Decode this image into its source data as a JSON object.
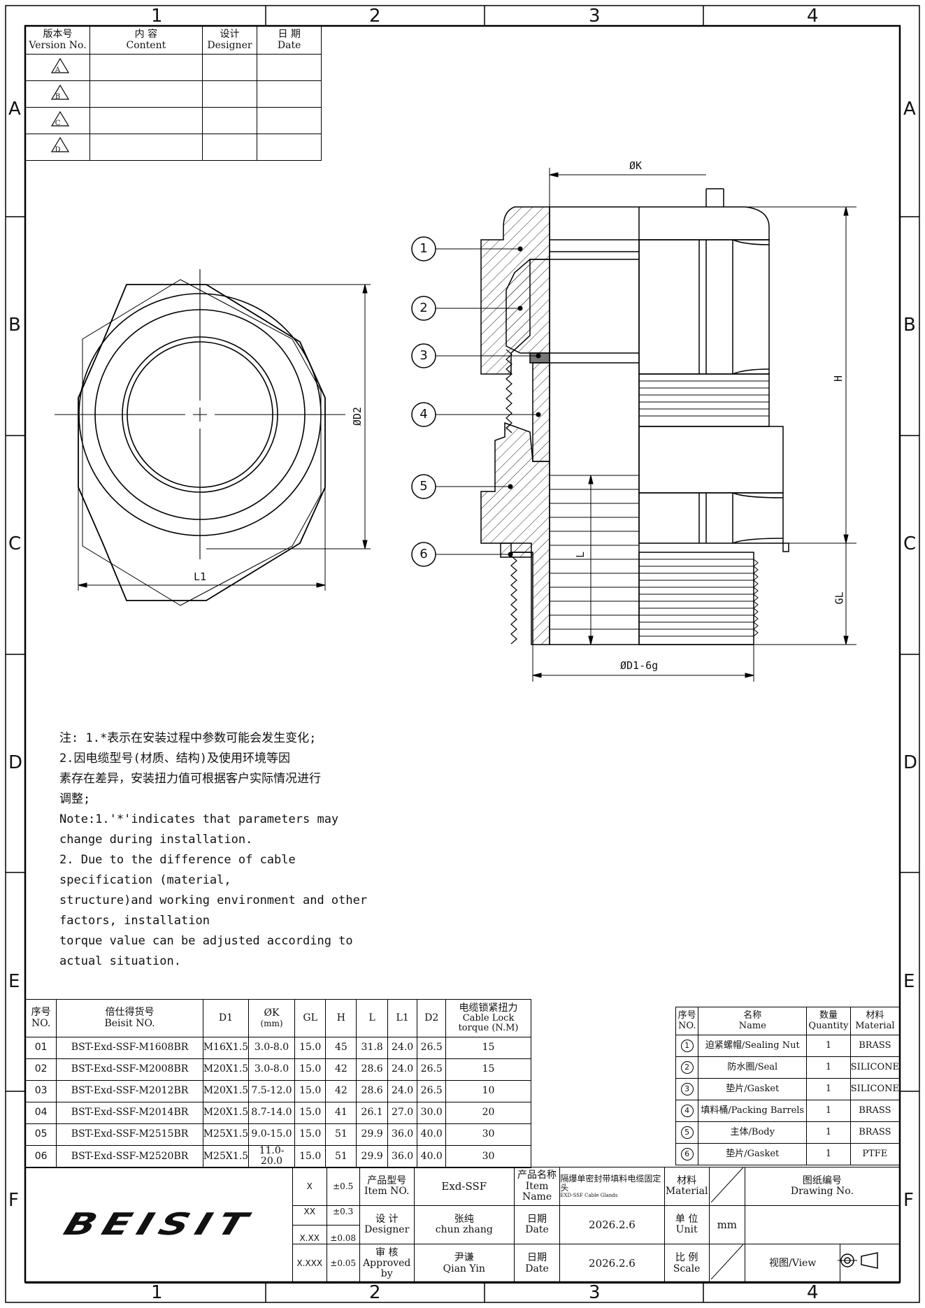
{
  "frame": {
    "columns": [
      "1",
      "2",
      "3",
      "4"
    ],
    "rows": [
      "A",
      "B",
      "C",
      "D",
      "E",
      "F"
    ]
  },
  "revision_table": {
    "headers": [
      {
        "cn": "版本号",
        "en": "Version No."
      },
      {
        "cn": "内    容",
        "en": "Content"
      },
      {
        "cn": "设计",
        "en": "Designer"
      },
      {
        "cn": "日 期",
        "en": "Date"
      }
    ],
    "rows": [
      "A",
      "B",
      "C",
      "D"
    ]
  },
  "drawing": {
    "dim_l1": "L1",
    "dim_d2": "ØD2",
    "dim_k": "ØK",
    "dim_h": "H",
    "dim_gl": "GL",
    "dim_l": "L",
    "dim_d1": "ØD1-6g",
    "balloons": [
      "1",
      "2",
      "3",
      "4",
      "5",
      "6"
    ]
  },
  "notes": [
    "注:  1.*表示在安装过程中参数可能会发生变化;",
    "      2.因电缆型号(材质、结构)及使用环境等因",
    "素存在差异，安装扭力值可根据客户实际情况进行",
    "调整;",
    "Note:1.'*'indicates that parameters may",
    "change during installation.",
    "     2. Due to the difference of cable",
    "specification (material,",
    "structure)and working environment and other",
    "factors, installation",
    "torque value can be adjusted according to",
    "actual situation."
  ],
  "spec_table": {
    "headers": [
      {
        "cn": "序号",
        "en": "NO."
      },
      {
        "cn": "倍仕得货号",
        "en": "Beisit NO."
      },
      {
        "cn": "D1",
        "en": ""
      },
      {
        "cn": "ØK",
        "en": "(mm)"
      },
      {
        "cn": "GL",
        "en": ""
      },
      {
        "cn": "H",
        "en": ""
      },
      {
        "cn": "L",
        "en": ""
      },
      {
        "cn": "L1",
        "en": ""
      },
      {
        "cn": "D2",
        "en": ""
      },
      {
        "cn": "电缆锁紧扭力",
        "en": "Cable Lock torque (N.M)"
      }
    ],
    "rows": [
      [
        "01",
        "BST-Exd-SSF-M1608BR",
        "M16X1.5",
        "3.0-8.0",
        "15.0",
        "45",
        "31.8",
        "24.0",
        "26.5",
        "15"
      ],
      [
        "02",
        "BST-Exd-SSF-M2008BR",
        "M20X1.5",
        "3.0-8.0",
        "15.0",
        "42",
        "28.6",
        "24.0",
        "26.5",
        "15"
      ],
      [
        "03",
        "BST-Exd-SSF-M2012BR",
        "M20X1.5",
        "7.5-12.0",
        "15.0",
        "42",
        "28.6",
        "24.0",
        "26.5",
        "10"
      ],
      [
        "04",
        "BST-Exd-SSF-M2014BR",
        "M20X1.5",
        "8.7-14.0",
        "15.0",
        "41",
        "26.1",
        "27.0",
        "30.0",
        "20"
      ],
      [
        "05",
        "BST-Exd-SSF-M2515BR",
        "M25X1.5",
        "9.0-15.0",
        "15.0",
        "51",
        "29.9",
        "36.0",
        "40.0",
        "30"
      ],
      [
        "06",
        "BST-Exd-SSF-M2520BR",
        "M25X1.5",
        "11.0-20.0",
        "15.0",
        "51",
        "29.9",
        "36.0",
        "40.0",
        "30"
      ]
    ]
  },
  "parts_table": {
    "headers": [
      {
        "cn": "序号",
        "en": "NO."
      },
      {
        "cn": "名称",
        "en": "Name"
      },
      {
        "cn": "数量",
        "en": "Quantity"
      },
      {
        "cn": "材料",
        "en": "Material"
      }
    ],
    "rows": [
      [
        "1",
        "迫紧螺帽/Sealing Nut",
        "1",
        "BRASS"
      ],
      [
        "2",
        "防水圈/Seal",
        "1",
        "SILICONE"
      ],
      [
        "3",
        "垫片/Gasket",
        "1",
        "SILICONE"
      ],
      [
        "4",
        "填料桶/Packing Barrels",
        "1",
        "BRASS"
      ],
      [
        "5",
        "主体/Body",
        "1",
        "BRASS"
      ],
      [
        "6",
        "垫片/Gasket",
        "1",
        "PTFE"
      ]
    ]
  },
  "title_block": {
    "logo": "BEISIT",
    "tolerances": [
      {
        "k": "X",
        "v": "±0.5"
      },
      {
        "k": "XX",
        "v": "±0.3"
      },
      {
        "k": "X.XX",
        "v": "±0.08"
      },
      {
        "k": "X.XXX",
        "v": "±0.05"
      }
    ],
    "item_no_label_cn": "产品型号",
    "item_no_label_en": "Item NO.",
    "item_no": "Exd-SSF",
    "item_name_label_cn": "产品名称",
    "item_name_label_en": "Item Name",
    "item_name_cn": "隔爆单密封带填料电缆固定头",
    "item_name_en": "EXD-SSF Cable Glands",
    "material_label_cn": "材料",
    "material_label_en": "Material",
    "drawing_no_label_cn": "图纸编号",
    "drawing_no_label_en": "Drawing No.",
    "designer_label_cn": "设  计",
    "designer_label_en": "Designer",
    "designer_cn": "张纯",
    "designer_en": "chun zhang",
    "date_label_cn": "日期",
    "date_label_en": "Date",
    "design_date": "2026.2.6",
    "unit_label_cn": "单 位",
    "unit_label_en": "Unit",
    "unit": "mm",
    "approver_label_cn": "审 核",
    "approver_label_en": "Approved by",
    "approver_cn": "尹谦",
    "approver_en": "Qian Yin",
    "approve_date": "2026.2.6",
    "scale_label_cn": "比 例",
    "scale_label_en": "Scale",
    "view_label": "视图/View"
  }
}
